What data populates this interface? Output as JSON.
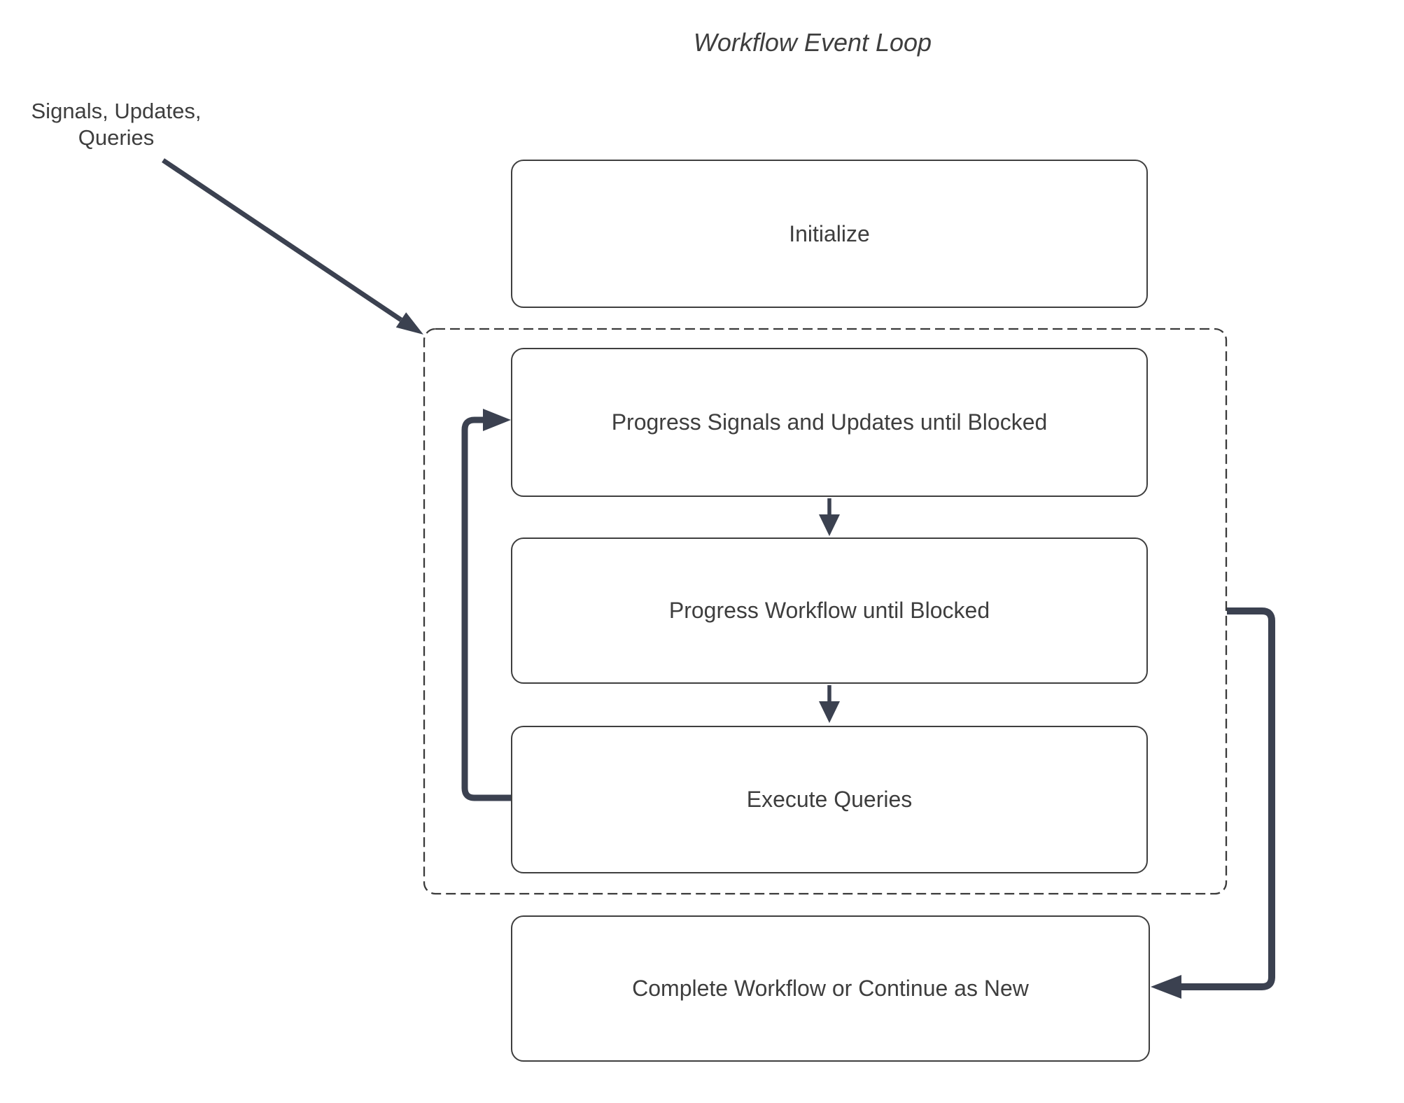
{
  "title": "Workflow Event Loop",
  "annotation": {
    "line1": "Signals, Updates,",
    "line2": "Queries"
  },
  "nodes": {
    "initialize": {
      "label": "Initialize"
    },
    "progress_signals": {
      "label": "Progress Signals and Updates until Blocked"
    },
    "progress_workflow": {
      "label": "Progress Workflow until Blocked"
    },
    "execute_queries": {
      "label": "Execute Queries"
    },
    "complete": {
      "label": "Complete Workflow or Continue as New"
    }
  },
  "colors": {
    "connector": "#3b4150",
    "box_border": "#3f3f3f",
    "dashed_border": "#3a3a3a",
    "text": "#3e3e3e",
    "background": "#ffffff"
  }
}
